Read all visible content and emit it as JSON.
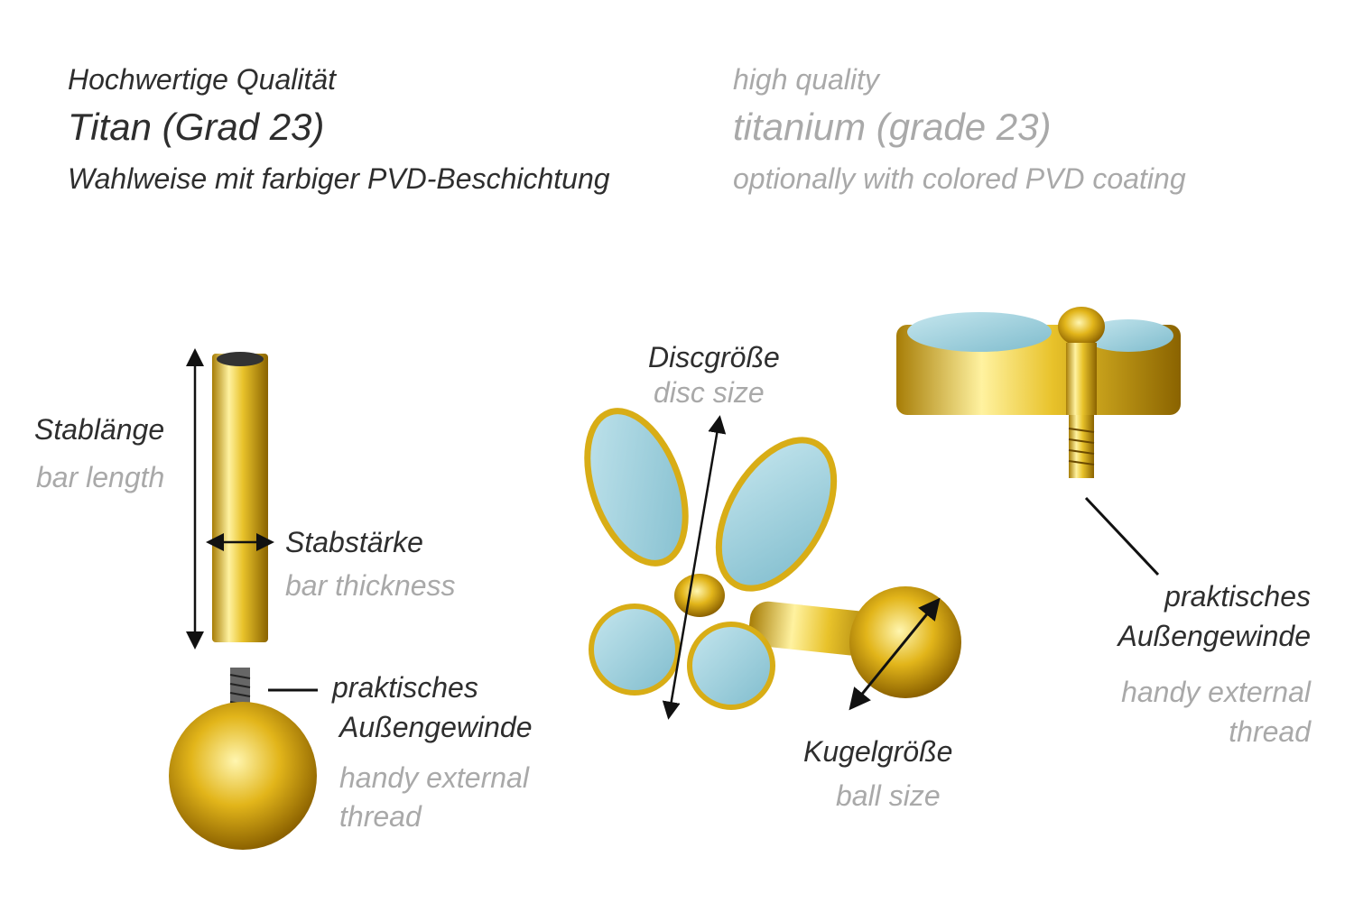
{
  "header": {
    "de": {
      "quality": "Hochwertige Qualität",
      "material": "Titan (Grad 23)",
      "coating": "Wahlweise mit farbiger PVD-Beschichtung"
    },
    "en": {
      "quality": "high quality",
      "material": "titanium (grade 23)",
      "coating": "optionally with colored PVD coating"
    }
  },
  "labels": {
    "bar_length": {
      "de": "Stablänge",
      "en": "bar length"
    },
    "bar_thickness": {
      "de": "Stabstärke",
      "en": "bar thickness"
    },
    "thread_left": {
      "de_1": "praktisches",
      "de_2": "Außengewinde",
      "en_1": "handy external",
      "en_2": "thread"
    },
    "disc_size": {
      "de": "Discgröße",
      "en": "disc size"
    },
    "ball_size": {
      "de": "Kugelgröße",
      "en": "ball size"
    },
    "thread_right": {
      "de_1": "praktisches",
      "de_2": "Außengewinde",
      "en_1": "handy external",
      "en_2": "thread"
    }
  },
  "colors": {
    "gold": "#e0b81c",
    "stone": "#8fc7d6",
    "dark_text": "#2e2e2e",
    "light_text": "#a9a9a9"
  }
}
